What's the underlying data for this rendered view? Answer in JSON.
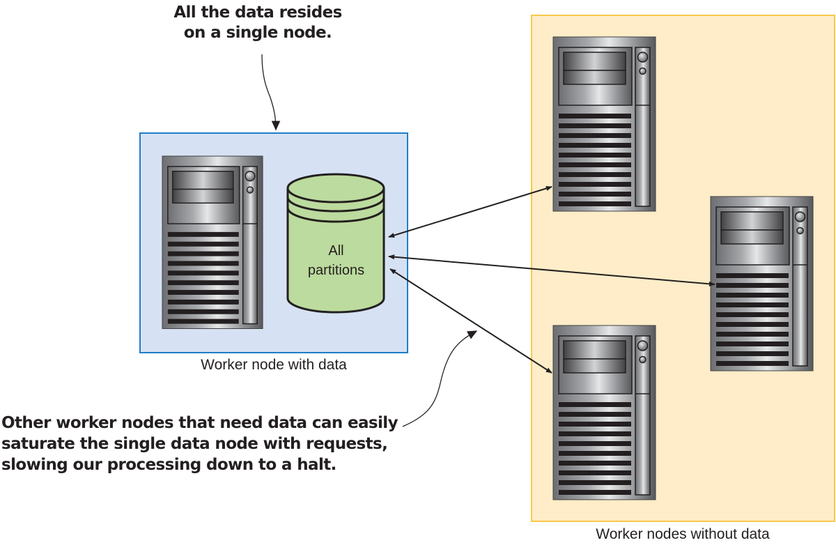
{
  "callouts": {
    "top": [
      "All the data resides",
      "on a single node."
    ],
    "bottom": [
      "Other worker nodes that need data can easily",
      "saturate the single data node with requests,",
      "slowing our processing down to a halt."
    ]
  },
  "panels": {
    "with_data": {
      "label": "Worker node with data",
      "fill": "#d6e2f3",
      "stroke": "#1f7ec8"
    },
    "without_data": {
      "label": "Worker nodes without data",
      "fill": "#feedc8",
      "stroke": "#f8c84a"
    }
  },
  "database": {
    "label_line1": "All",
    "label_line2": "partitions",
    "fill": "#bcdb9e",
    "stroke": "#231f20",
    "icon": "database-cylinder-icon"
  },
  "servers": [
    {
      "name": "server-data-node",
      "icon": "server-tower-icon"
    },
    {
      "name": "server-worker-top",
      "icon": "server-tower-icon"
    },
    {
      "name": "server-worker-right",
      "icon": "server-tower-icon"
    },
    {
      "name": "server-worker-bottom",
      "icon": "server-tower-icon"
    }
  ],
  "connections": [
    {
      "from": "database",
      "to": "server-worker-top",
      "type": "bidirectional"
    },
    {
      "from": "database",
      "to": "server-worker-right",
      "type": "bidirectional"
    },
    {
      "from": "database",
      "to": "server-worker-bottom",
      "type": "bidirectional"
    }
  ]
}
